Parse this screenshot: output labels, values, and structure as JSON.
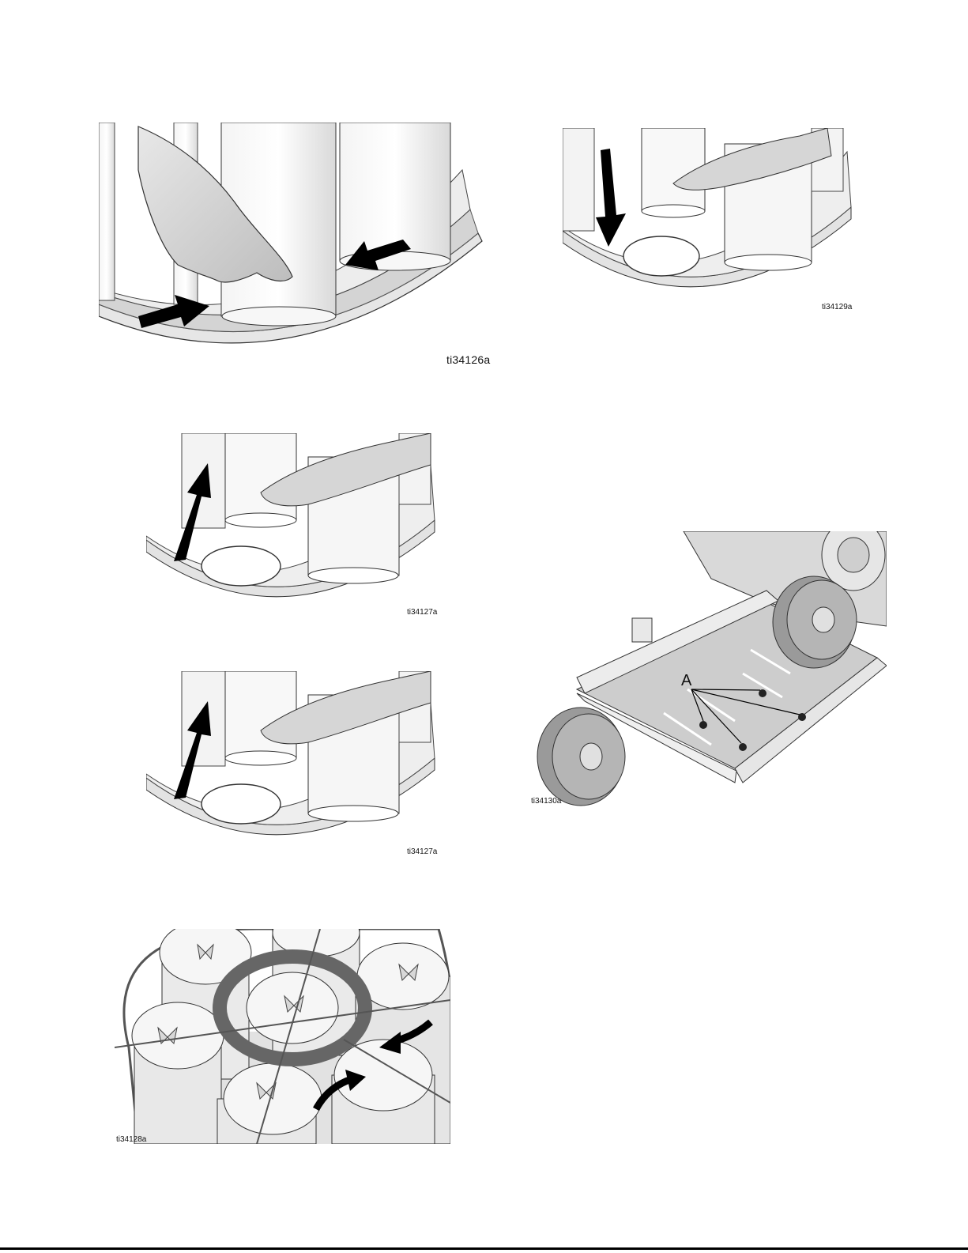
{
  "figures": [
    {
      "id": "fig1",
      "label": "ti34126a"
    },
    {
      "id": "fig2",
      "label": "ti34129a"
    },
    {
      "id": "fig3",
      "label": "ti34127a"
    },
    {
      "id": "fig4",
      "label": "ti34127a"
    },
    {
      "id": "fig5",
      "label": "ti34130a",
      "callout": "A"
    },
    {
      "id": "fig6",
      "label": "ti34128a"
    }
  ]
}
